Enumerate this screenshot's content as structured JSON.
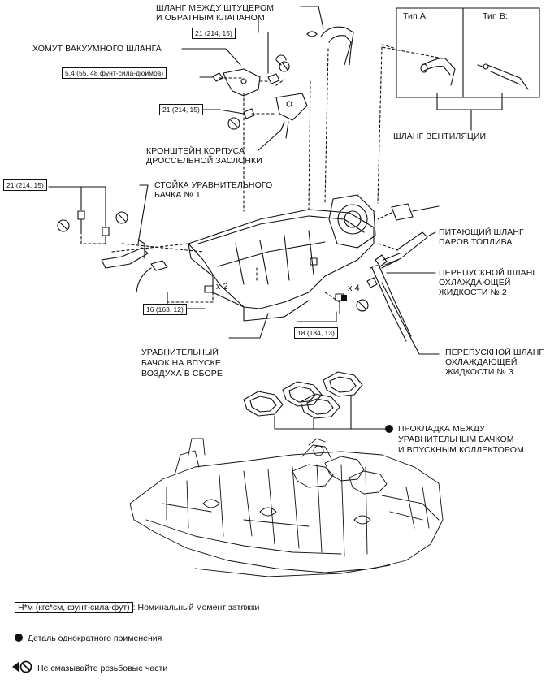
{
  "labels": {
    "hose_fitting_1": "ШЛАНГ МЕЖДУ ШТУЦЕРОМ",
    "hose_fitting_2": "И ОБРАТНЫМ КЛАПАНОМ",
    "vacuum_clamp": "ХОМУТ ВАКУУМНОГО ШЛАНГА",
    "throttle_bracket_1": "КРОНШТЕЙН КОРПУСА",
    "throttle_bracket_2": "ДРОССЕЛЬНОЙ ЗАСЛОНКИ",
    "surge_stay_1": "СТОЙКА УРАВНИТЕЛЬНОГО",
    "surge_stay_2": "БАЧКА № 1",
    "vent_hose": "ШЛАНГ ВЕНТИЛЯЦИИ",
    "fuel_vapor_1": "ПИТАЮЩИЙ ШЛАНГ",
    "fuel_vapor_2": "ПАРОВ ТОПЛИВА",
    "bypass2_1": "ПЕРЕПУСКНОЙ ШЛАНГ",
    "bypass2_2": "ОХЛАЖДАЮЩЕЙ",
    "bypass2_3": "ЖИДКОСТИ № 2",
    "bypass3_1": "ПЕРЕПУСКНОЙ ШЛАНГ",
    "bypass3_2": "ОХЛАЖДАЮЩЕЙ",
    "bypass3_3": "ЖИДКОСТИ № 3",
    "surge_tank_1": "УРАВНИТЕЛЬНЫЙ",
    "surge_tank_2": "БАЧОК НА ВПУСКЕ",
    "surge_tank_3": "ВОЗДУХА В СБОРЕ",
    "gasket_1": "ПРОКЛАДКА МЕЖДУ",
    "gasket_2": "УРАВНИТЕЛЬНЫМ БАЧКОМ",
    "gasket_3": "И ВПУСКНЫМ КОЛЛЕКТОРОМ",
    "type_a": "Тип A:",
    "type_b": "Тип B:"
  },
  "torques": {
    "t1": "21 (214, 15)",
    "t2": "5,4 (55, 48 фунт-сила-дюймов)",
    "t3": "21 (214, 15)",
    "t4": "21 (214, 15)",
    "t5": "16 (163, 12)",
    "t6": "18 (184, 13)"
  },
  "multipliers": {
    "m2": "x 2",
    "m4": "x 4"
  },
  "legend": {
    "torque_box": "Н*м (кгс*см, фунт-сила-фут)",
    "torque_text": ": Номинальный момент затяжки",
    "single_use": "Деталь однократного применения",
    "no_lube": "Не смазывайте резьбовые части"
  }
}
